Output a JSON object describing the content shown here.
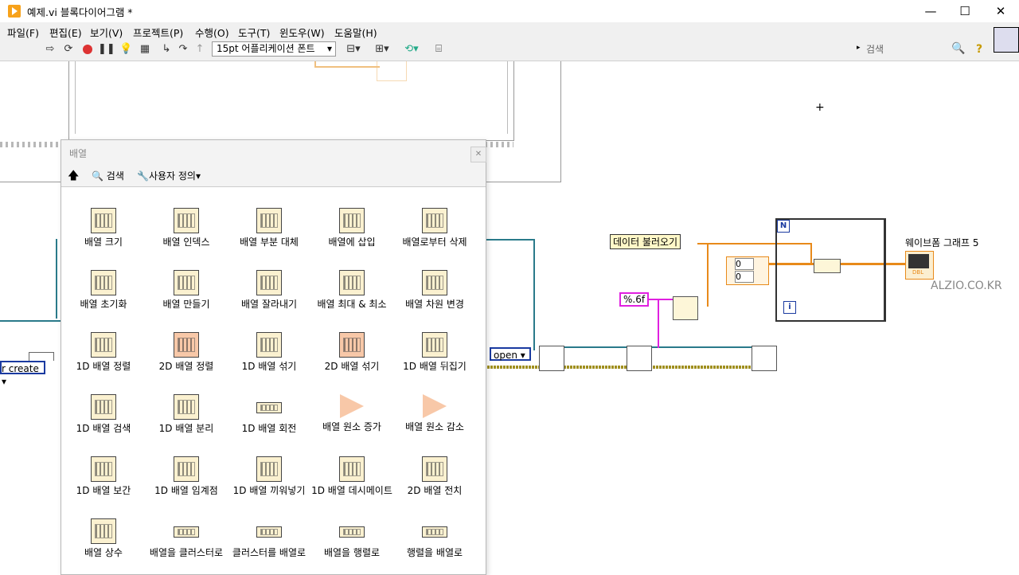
{
  "window": {
    "title": "예제.vi 블록다이어그램 *",
    "minimize": "—",
    "maximize": "☐",
    "close": "✕"
  },
  "menu": [
    "파일(F)",
    "편집(E)",
    "보기(V)",
    "프로젝트(P)",
    "수행(O)",
    "도구(T)",
    "윈도우(W)",
    "도움말(H)"
  ],
  "toolbar": {
    "font": "15pt 어플리케이션 폰트",
    "search_placeholder": "검색",
    "help": "?"
  },
  "diagram": {
    "label_load": "데이터 불러오기",
    "label_graph": "웨이브폼 그래프 5",
    "watermark": "ALZIO.CO.KR",
    "format_const": "%.6f",
    "open_enum": "open",
    "create_enum": "r create",
    "num1": "0",
    "num2": "0",
    "loop_n": "N",
    "loop_i": "i",
    "graph_tag": "DBL"
  },
  "palette": {
    "title": "배열",
    "close": "✕",
    "up": "🡅",
    "search": "검색",
    "custom": "사용자 정의▾",
    "items": [
      {
        "label": "배열 크기",
        "icon": "array-size-icon"
      },
      {
        "label": "배열 인덱스",
        "icon": "index-array-icon"
      },
      {
        "label": "배열 부분 대체",
        "icon": "replace-subset-icon"
      },
      {
        "label": "배열에 삽입",
        "icon": "insert-into-array-icon"
      },
      {
        "label": "배열로부터 삭제",
        "icon": "delete-from-array-icon"
      },
      {
        "label": "배열 초기화",
        "icon": "initialize-array-icon"
      },
      {
        "label": "배열 만들기",
        "icon": "build-array-icon"
      },
      {
        "label": "배열 잘라내기",
        "icon": "array-subset-icon"
      },
      {
        "label": "배열 최대 & 최소",
        "icon": "array-max-min-icon"
      },
      {
        "label": "배열 차원 변경",
        "icon": "reshape-array-icon"
      },
      {
        "label": "1D 배열 정렬",
        "icon": "sort-1d-array-icon"
      },
      {
        "label": "2D 배열 정렬",
        "icon": "sort-2d-array-icon"
      },
      {
        "label": "1D 배열 섞기",
        "icon": "shuffle-1d-array-icon"
      },
      {
        "label": "2D 배열 섞기",
        "icon": "shuffle-2d-array-icon"
      },
      {
        "label": "1D 배열 뒤집기",
        "icon": "reverse-1d-array-icon"
      },
      {
        "label": "1D 배열 검색",
        "icon": "search-1d-array-icon"
      },
      {
        "label": "1D 배열 분리",
        "icon": "split-1d-array-icon"
      },
      {
        "label": "1D 배열 회전",
        "icon": "rotate-1d-array-icon"
      },
      {
        "label": "배열 원소 증가",
        "icon": "increment-array-element-icon"
      },
      {
        "label": "배열 원소 감소",
        "icon": "decrement-array-element-icon"
      },
      {
        "label": "1D 배열 보간",
        "icon": "interpolate-1d-array-icon"
      },
      {
        "label": "1D 배열 임계점",
        "icon": "threshold-1d-array-icon"
      },
      {
        "label": "1D 배열 끼워넣기",
        "icon": "interleave-1d-arrays-icon"
      },
      {
        "label": "1D 배열 데시메이트",
        "icon": "decimate-1d-array-icon"
      },
      {
        "label": "2D 배열 전치",
        "icon": "transpose-2d-array-icon"
      },
      {
        "label": "배열 상수",
        "icon": "array-constant-icon"
      },
      {
        "label": "배열을 클러스터로",
        "icon": "array-to-cluster-icon"
      },
      {
        "label": "클러스터를 배열로",
        "icon": "cluster-to-array-icon"
      },
      {
        "label": "배열을 행렬로",
        "icon": "array-to-matrix-icon"
      },
      {
        "label": "행렬을 배열로",
        "icon": "matrix-to-array-icon"
      }
    ]
  }
}
